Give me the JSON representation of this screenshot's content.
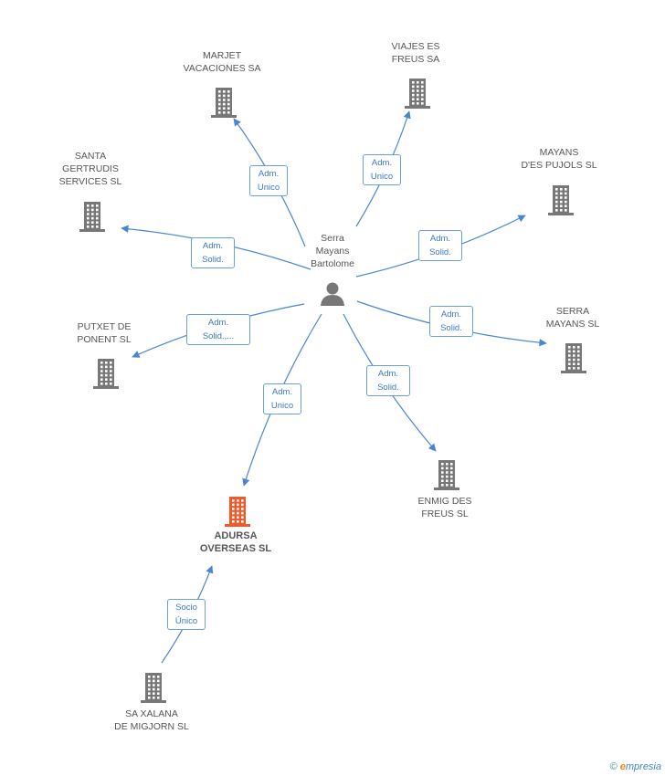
{
  "colors": {
    "edge": "#4a86d0",
    "building": "#777777",
    "building_highlight": "#f05a2a",
    "person": "#777777"
  },
  "center": {
    "lines": [
      "Serra",
      "Mayans",
      "Bartolome"
    ],
    "icon": "person-icon"
  },
  "nodes": [
    {
      "id": "marjet",
      "lines": [
        "MARJET",
        "VACACIONES SA"
      ],
      "icon": "building-icon"
    },
    {
      "id": "viajes",
      "lines": [
        "VIAJES ES",
        "FREUS SA"
      ],
      "icon": "building-icon"
    },
    {
      "id": "santa",
      "lines": [
        "SANTA",
        "GERTRUDIS",
        "SERVICES SL"
      ],
      "icon": "building-icon"
    },
    {
      "id": "mayans-pujols",
      "lines": [
        "MAYANS",
        "D'ES PUJOLS SL"
      ],
      "icon": "building-icon"
    },
    {
      "id": "putxet",
      "lines": [
        "PUTXET DE",
        "PONENT  SL"
      ],
      "icon": "building-icon"
    },
    {
      "id": "serra-mayans",
      "lines": [
        "SERRA",
        "MAYANS SL"
      ],
      "icon": "building-icon"
    },
    {
      "id": "enmig",
      "lines": [
        "ENMIG DES",
        "FREUS SL"
      ],
      "icon": "building-icon"
    },
    {
      "id": "adursa",
      "lines": [
        "ADURSA",
        "OVERSEAS SL"
      ],
      "icon": "building-icon",
      "highlight": true
    },
    {
      "id": "sa-xalana",
      "lines": [
        "SA XALANA",
        "DE MIGJORN SL"
      ],
      "icon": "building-icon"
    }
  ],
  "edges": [
    {
      "from": "center",
      "to": "marjet",
      "lines": [
        "Adm.",
        "Unico"
      ]
    },
    {
      "from": "center",
      "to": "viajes",
      "lines": [
        "Adm.",
        "Unico"
      ]
    },
    {
      "from": "center",
      "to": "santa",
      "lines": [
        "Adm.",
        "Solid."
      ]
    },
    {
      "from": "center",
      "to": "mayans-pujols",
      "lines": [
        "Adm.",
        "Solid."
      ]
    },
    {
      "from": "center",
      "to": "putxet",
      "lines": [
        "Adm.",
        "Solid.,..."
      ]
    },
    {
      "from": "center",
      "to": "serra-mayans",
      "lines": [
        "Adm.",
        "Solid."
      ]
    },
    {
      "from": "center",
      "to": "enmig",
      "lines": [
        "Adm.",
        "Solid."
      ]
    },
    {
      "from": "center",
      "to": "adursa",
      "lines": [
        "Adm.",
        "Unico"
      ]
    },
    {
      "from": "sa-xalana",
      "to": "adursa",
      "lines": [
        "Socio",
        "Único"
      ]
    }
  ],
  "footer": {
    "symbol": "©",
    "brand_first": "e",
    "brand_rest": "mpresia"
  }
}
